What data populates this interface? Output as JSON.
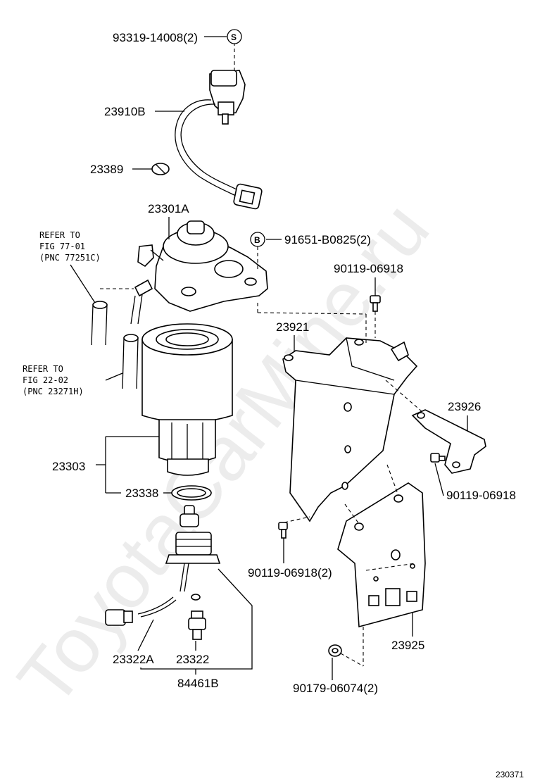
{
  "labels": {
    "p93319": "93319-14008(2)",
    "s_mark": "S",
    "p23910B": "23910B",
    "p23389": "23389",
    "p23301A": "23301A",
    "b_mark": "B",
    "p91651": "91651-B0825(2)",
    "p90119_top": "90119-06918",
    "p23921": "23921",
    "p23926": "23926",
    "p90119_right": "90119-06918",
    "p23303": "23303",
    "p23338": "23338",
    "p90119_left": "90119-06918(2)",
    "p23925": "23925",
    "p23322A": "23322A",
    "p23322": "23322",
    "p84461B": "84461B",
    "p90179": "90179-06074(2)",
    "figure_no": "230371"
  },
  "refs": {
    "ref1_line1": "REFER TO",
    "ref1_line2": "FIG 77-01",
    "ref1_line3": "(PNC 77251C)",
    "ref2_line1": "REFER TO",
    "ref2_line2": "FIG 22-02",
    "ref2_line3": "(PNC 23271H)"
  },
  "watermark": "ToyotaCarMine.ru"
}
